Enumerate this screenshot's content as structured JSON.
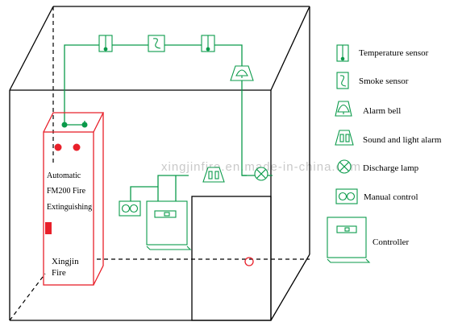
{
  "watermark": "xingjinfire.en.made-in-china.com",
  "colors": {
    "wire": "#0a9a4a",
    "cabinet": "#e8202a",
    "outline": "#000000"
  },
  "cabinet": {
    "line1": "Automatic",
    "line2": "FM200 Fire",
    "line3": "Extinguishing",
    "brand1": "Xingjin",
    "brand2": "Fire"
  },
  "legend": [
    {
      "icon": "temperature-sensor-icon",
      "label": "Temperature sensor"
    },
    {
      "icon": "smoke-sensor-icon",
      "label": "Smoke sensor"
    },
    {
      "icon": "alarm-bell-icon",
      "label": "Alarm bell"
    },
    {
      "icon": "sound-light-alarm-icon",
      "label": "Sound and light alarm"
    },
    {
      "icon": "discharge-lamp-icon",
      "label": "Discharge lamp"
    },
    {
      "icon": "manual-control-icon",
      "label": "Manual control"
    },
    {
      "icon": "controller-icon",
      "label": "Controller"
    }
  ]
}
